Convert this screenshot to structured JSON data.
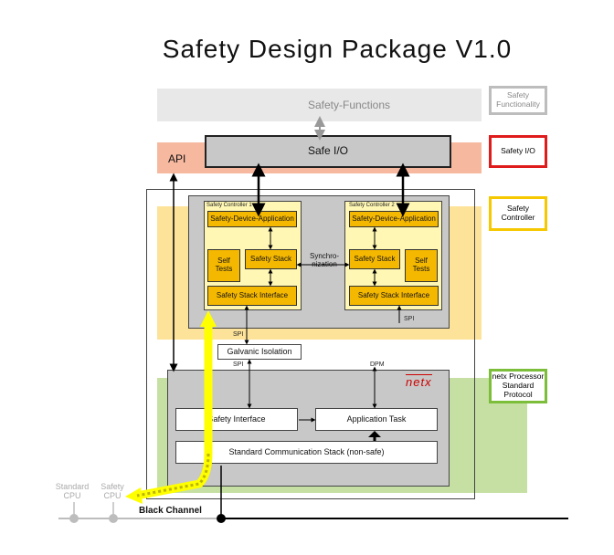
{
  "title": "Safety Design Package V1.0",
  "bands": {
    "safety_functions": "Safety-Functions",
    "api": "API",
    "safe_io": "Safe I/O"
  },
  "legend": {
    "safety_functionality": "Safety Functionality",
    "safety_io": "Safety I/O",
    "safety_controller": "Safety Controller",
    "netx_processor": "netx Processor Standard Protocol"
  },
  "controllers": {
    "c1": {
      "caption": "Safety Controller 1",
      "app": "Safety-Device-Application",
      "stack": "Safety Stack",
      "tests": "Self Tests",
      "interface": "Safety Stack Interface"
    },
    "c2": {
      "caption": "Safety Controller 2",
      "app": "Safety-Device-Application",
      "stack": "Safety Stack",
      "tests": "Self Tests",
      "interface": "Safety Stack Interface"
    },
    "sync": "Synchro-nization"
  },
  "links": {
    "spi_right": "SPI",
    "spi_upper": "SPI",
    "spi_lower": "SPI",
    "dpm": "DPM"
  },
  "galvanic": "Galvanic Isolation",
  "netx": {
    "logo": "netx",
    "safety_interface": "Safety Interface",
    "application_task": "Application Task",
    "comm_stack": "Standard Communication Stack (non-safe)"
  },
  "cpus": {
    "standard": "Standard CPU",
    "safety": "Safety CPU"
  },
  "black_channel": "Black Channel",
  "colors": {
    "safety_functions_band": "#e8e8e8",
    "safe_io_band": "#f7b8a0",
    "controller_band": "#fde39a",
    "netx_band": "#c6e0a4",
    "block_orange": "#f5b800",
    "controller_fill": "#fff7b3",
    "highlight_yellow": "#ffff00",
    "legend_gray": "#bdbdbd",
    "legend_red": "#e01b1b",
    "legend_yellow": "#f5c800",
    "legend_green": "#7cbd3a"
  }
}
